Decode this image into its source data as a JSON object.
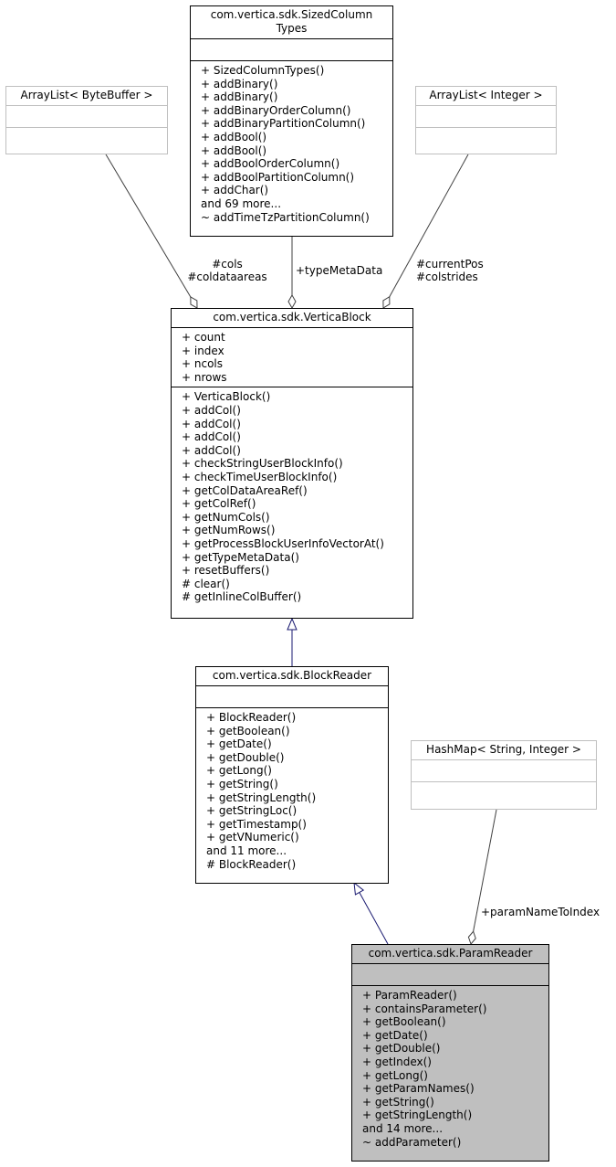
{
  "classes": {
    "sized_column_types": {
      "name": "com.vertica.sdk.SizedColumn\nTypes",
      "attributes": [],
      "methods": [
        "+ SizedColumnTypes()",
        "+ addBinary()",
        "+ addBinary()",
        "+ addBinaryOrderColumn()",
        "+ addBinaryPartitionColumn()",
        "+ addBool()",
        "+ addBool()",
        "+ addBoolOrderColumn()",
        "+ addBoolPartitionColumn()",
        "+ addChar()",
        "and 69 more...",
        "~ addTimeTzPartitionColumn()"
      ]
    },
    "arraylist_bytebuffer": {
      "name": "ArrayList< ByteBuffer >",
      "attributes": [],
      "methods": []
    },
    "arraylist_integer": {
      "name": "ArrayList< Integer >",
      "attributes": [],
      "methods": []
    },
    "vertica_block": {
      "name": "com.vertica.sdk.VerticaBlock",
      "attributes": [
        "+ count",
        "+ index",
        "+ ncols",
        "+ nrows"
      ],
      "methods": [
        "+ VerticaBlock()",
        "+ addCol()",
        "+ addCol()",
        "+ addCol()",
        "+ addCol()",
        "+ checkStringUserBlockInfo()",
        "+ checkTimeUserBlockInfo()",
        "+ getColDataAreaRef()",
        "+ getColRef()",
        "+ getNumCols()",
        "+ getNumRows()",
        "+ getProcessBlockUserInfoVectorAt()",
        "+ getTypeMetaData()",
        "+ resetBuffers()",
        "# clear()",
        "# getInlineColBuffer()"
      ]
    },
    "block_reader": {
      "name": "com.vertica.sdk.BlockReader",
      "attributes": [],
      "methods": [
        "+ BlockReader()",
        "+ getBoolean()",
        "+ getDate()",
        "+ getDouble()",
        "+ getLong()",
        "+ getString()",
        "+ getStringLength()",
        "+ getStringLoc()",
        "+ getTimestamp()",
        "+ getVNumeric()",
        "and 11 more...",
        "# BlockReader()"
      ]
    },
    "hashmap": {
      "name": "HashMap< String, Integer >",
      "attributes": [],
      "methods": []
    },
    "param_reader": {
      "name": "com.vertica.sdk.ParamReader",
      "attributes": [],
      "methods": [
        "+ ParamReader()",
        "+ containsParameter()",
        "+ getBoolean()",
        "+ getDate()",
        "+ getDouble()",
        "+ getIndex()",
        "+ getLong()",
        "+ getParamNames()",
        "+ getString()",
        "+ getStringLength()",
        "and 14 more...",
        "~ addParameter()"
      ]
    }
  },
  "edge_labels": {
    "cols": "#cols\n#coldataareas",
    "type_meta": "+typeMetaData",
    "current_pos": "#currentPos\n#colstrides",
    "param_name": "+paramNameToIndex"
  },
  "colors": {
    "inherit_edge": "#191970",
    "assoc_edge": "#404040",
    "highlight": "#bfbfbf"
  }
}
